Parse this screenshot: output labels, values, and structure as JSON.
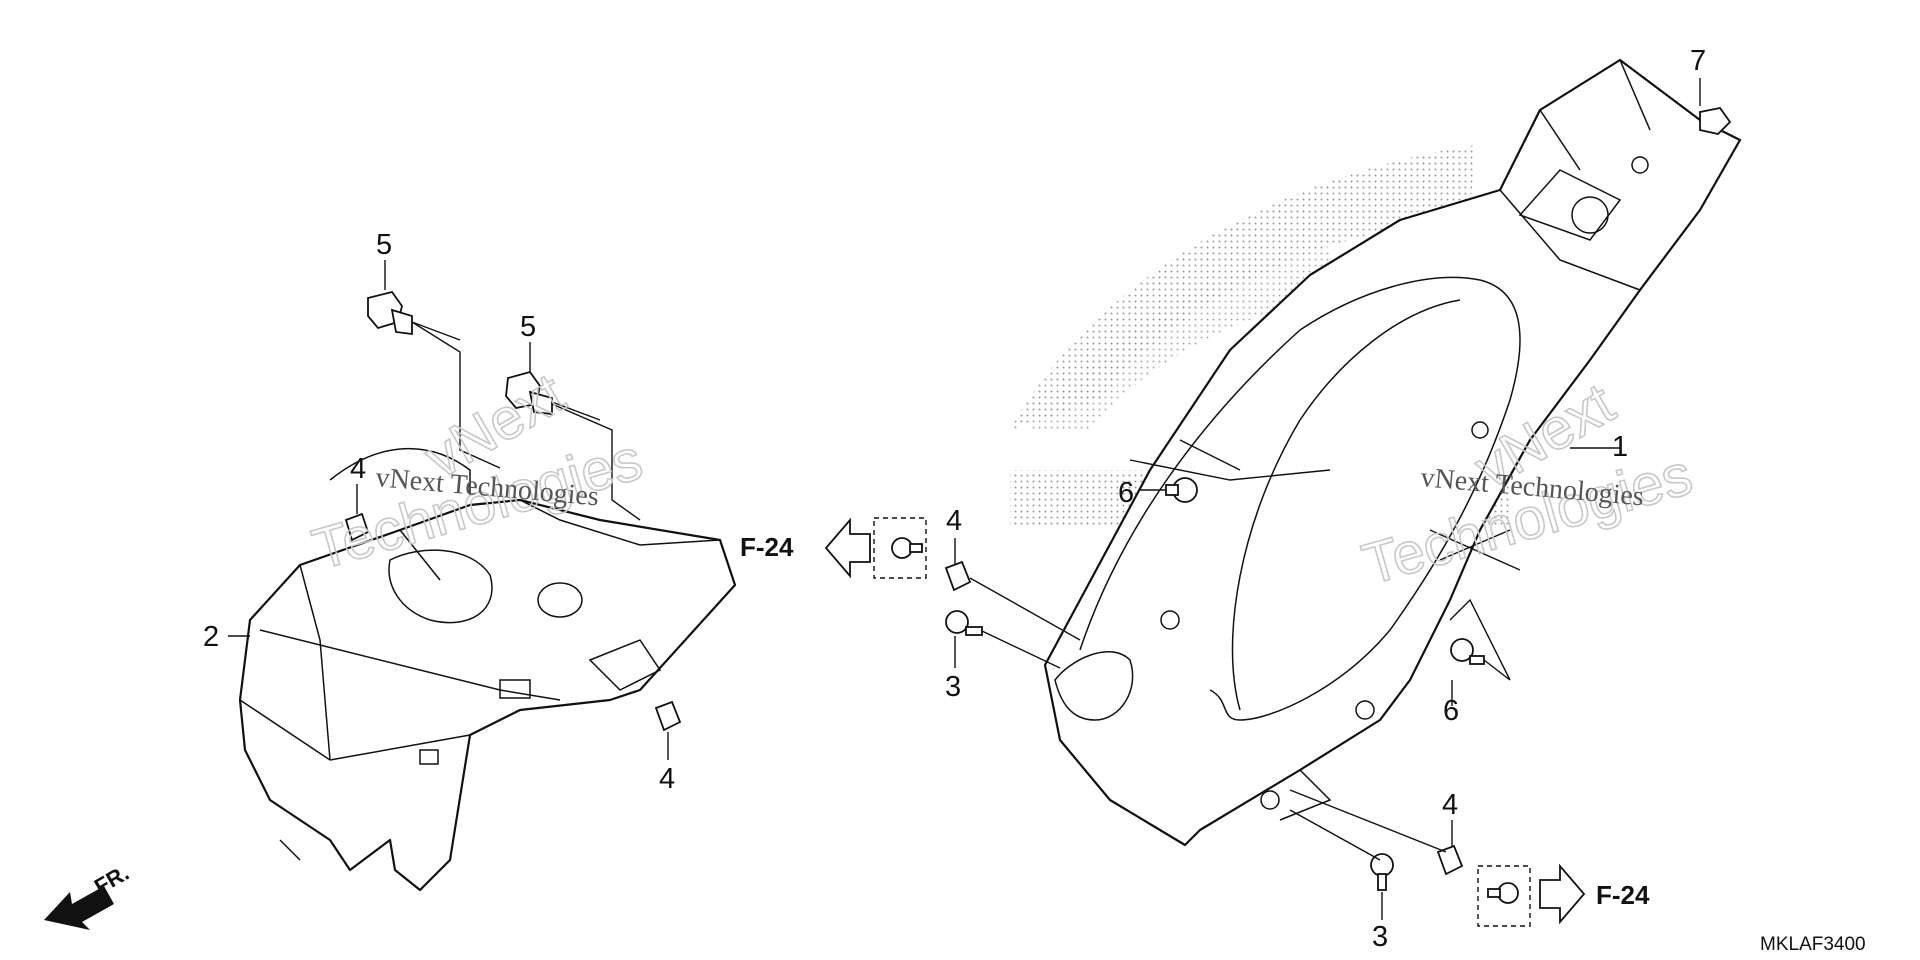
{
  "diagram": {
    "callouts": [
      {
        "id": "c1",
        "label": "1"
      },
      {
        "id": "c2",
        "label": "2"
      },
      {
        "id": "c3a",
        "label": "3"
      },
      {
        "id": "c3b",
        "label": "3"
      },
      {
        "id": "c4a",
        "label": "4"
      },
      {
        "id": "c4b",
        "label": "4"
      },
      {
        "id": "c4c",
        "label": "4"
      },
      {
        "id": "c4d",
        "label": "4"
      },
      {
        "id": "c5a",
        "label": "5"
      },
      {
        "id": "c5b",
        "label": "5"
      },
      {
        "id": "c6a",
        "label": "6"
      },
      {
        "id": "c6b",
        "label": "6"
      },
      {
        "id": "c7",
        "label": "7"
      }
    ],
    "reference_left": "F-24",
    "reference_right": "F-24",
    "front_indicator": "FR.",
    "figure_code": "MKLAF3400",
    "watermark_line1": "vNext Technologies",
    "watermark_line2": "vNext Technologies",
    "watermark_big_top": "vNext",
    "watermark_big_bottom": "Technologies"
  }
}
